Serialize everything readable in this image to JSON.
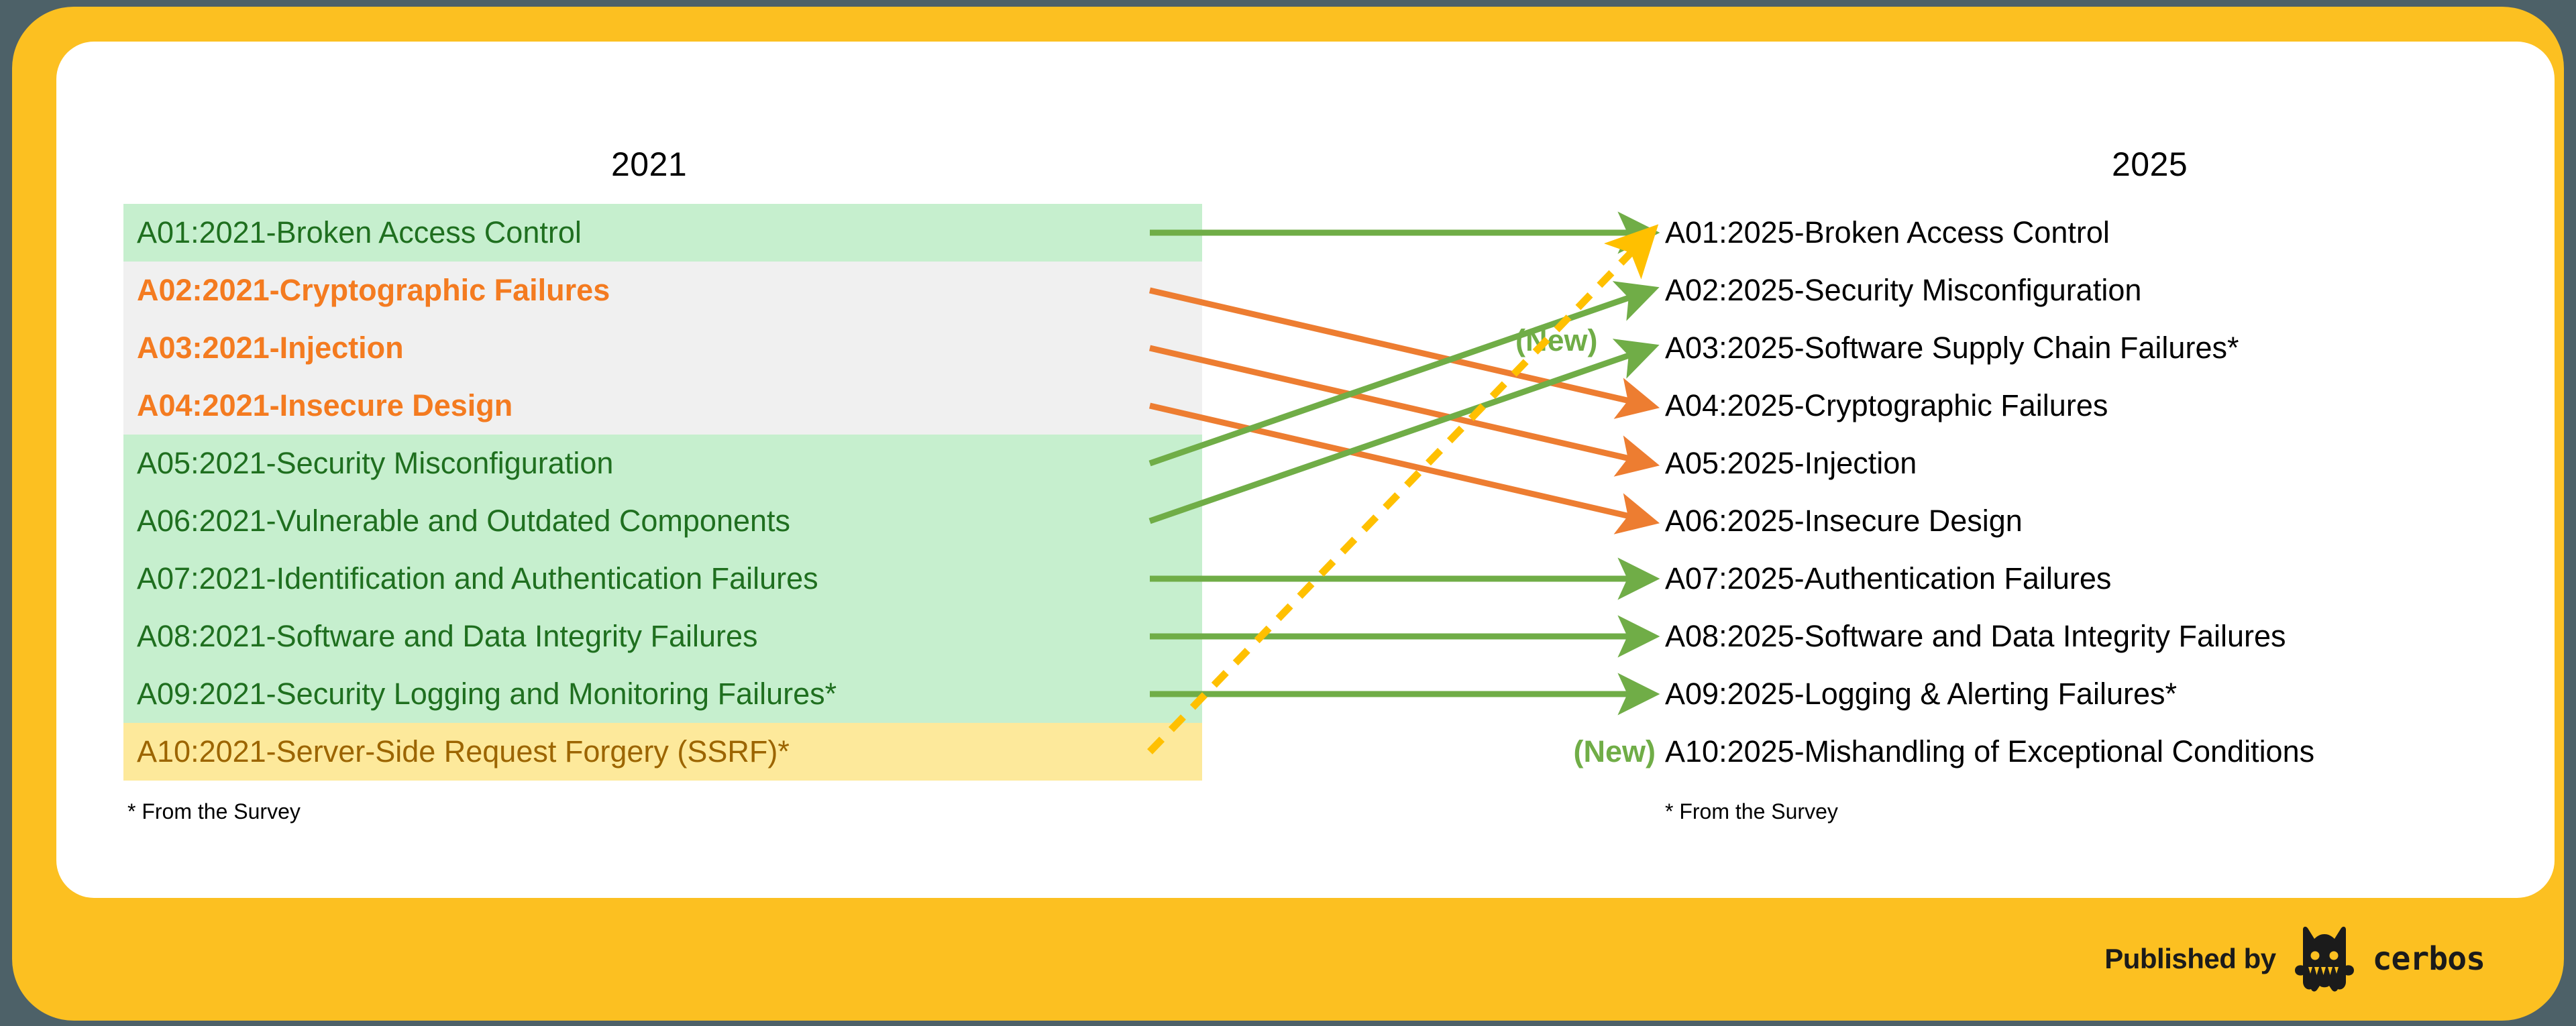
{
  "canvas": {
    "background_color": "#4d6168",
    "frame_color": "#FCC021",
    "panel_color": "#ffffff"
  },
  "columns": {
    "left_title": "2021",
    "right_title": "2025"
  },
  "palette": {
    "green_arrow": "#70AD47",
    "orange_arrow": "#ED7D31",
    "yellow_dashed_arrow": "#FFC000",
    "band_green": "#C6EFCE",
    "band_gray": "#F0F0F0",
    "band_yellow": "#FDE99B",
    "text_green": "#1F6F1F",
    "text_orange": "#F47B20",
    "text_brown": "#9C6500",
    "new_tag_green": "#70AD47"
  },
  "left_items": [
    {
      "label": "A01:2021-Broken Access Control",
      "band": "band-green"
    },
    {
      "label": "A02:2021-Cryptographic Failures",
      "band": "band-gray"
    },
    {
      "label": "A03:2021-Injection",
      "band": "band-gray"
    },
    {
      "label": "A04:2021-Insecure Design",
      "band": "band-gray"
    },
    {
      "label": "A05:2021-Security Misconfiguration",
      "band": "band-green"
    },
    {
      "label": "A06:2021-Vulnerable and Outdated Components",
      "band": "band-green"
    },
    {
      "label": "A07:2021-Identification and Authentication Failures",
      "band": "band-green"
    },
    {
      "label": "A08:2021-Software and Data Integrity Failures",
      "band": "band-green"
    },
    {
      "label": "A09:2021-Security Logging and Monitoring Failures*",
      "band": "band-green"
    },
    {
      "label": "A10:2021-Server-Side Request Forgery (SSRF)*",
      "band": "band-yellow"
    }
  ],
  "right_items": [
    {
      "label": "A01:2025-Broken Access Control",
      "new": ""
    },
    {
      "label": "A02:2025-Security Misconfiguration",
      "new": ""
    },
    {
      "label": "A03:2025-Software Supply Chain Failures*",
      "new": ""
    },
    {
      "label": "A04:2025-Cryptographic Failures",
      "new": ""
    },
    {
      "label": "A05:2025-Injection",
      "new": ""
    },
    {
      "label": "A06:2025-Insecure Design",
      "new": ""
    },
    {
      "label": "A07:2025-Authentication Failures",
      "new": ""
    },
    {
      "label": "A08:2025-Software and Data Integrity Failures",
      "new": ""
    },
    {
      "label": "A09:2025-Logging & Alerting Failures*",
      "new": ""
    },
    {
      "label": "A10:2025-Mishandling of Exceptional Conditions",
      "new": "(New)"
    }
  ],
  "new_label_a03": "(New)",
  "footnotes": {
    "left": "* From the Survey",
    "right": "* From the Survey"
  },
  "footer": {
    "published_label": "Published by",
    "brand": "cerbos",
    "logo_icon": "cerberus-mascot-icon"
  },
  "mappings": [
    {
      "from": 1,
      "to": 1,
      "style": "green",
      "note": "A01:2021 stays A01:2025"
    },
    {
      "from": 2,
      "to": 4,
      "style": "orange",
      "note": "Cryptographic Failures drops to A04"
    },
    {
      "from": 3,
      "to": 5,
      "style": "orange",
      "note": "Injection drops to A05"
    },
    {
      "from": 4,
      "to": 6,
      "style": "orange",
      "note": "Insecure Design drops to A06"
    },
    {
      "from": 5,
      "to": 2,
      "style": "green",
      "note": "Security Misconfiguration rises to A02"
    },
    {
      "from": 6,
      "to": 3,
      "style": "green",
      "note": "Vulnerable and Outdated Components becomes Software Supply Chain Failures"
    },
    {
      "from": 7,
      "to": 7,
      "style": "green",
      "note": "Authentication Failures stays A07"
    },
    {
      "from": 8,
      "to": 8,
      "style": "green",
      "note": "Software and Data Integrity Failures stays A08"
    },
    {
      "from": 9,
      "to": 9,
      "style": "green",
      "note": "Logging failures stays A09"
    },
    {
      "from": 10,
      "to": 1,
      "style": "yellow-dashed",
      "note": "SSRF merged into A01:2025 Broken Access Control"
    }
  ]
}
